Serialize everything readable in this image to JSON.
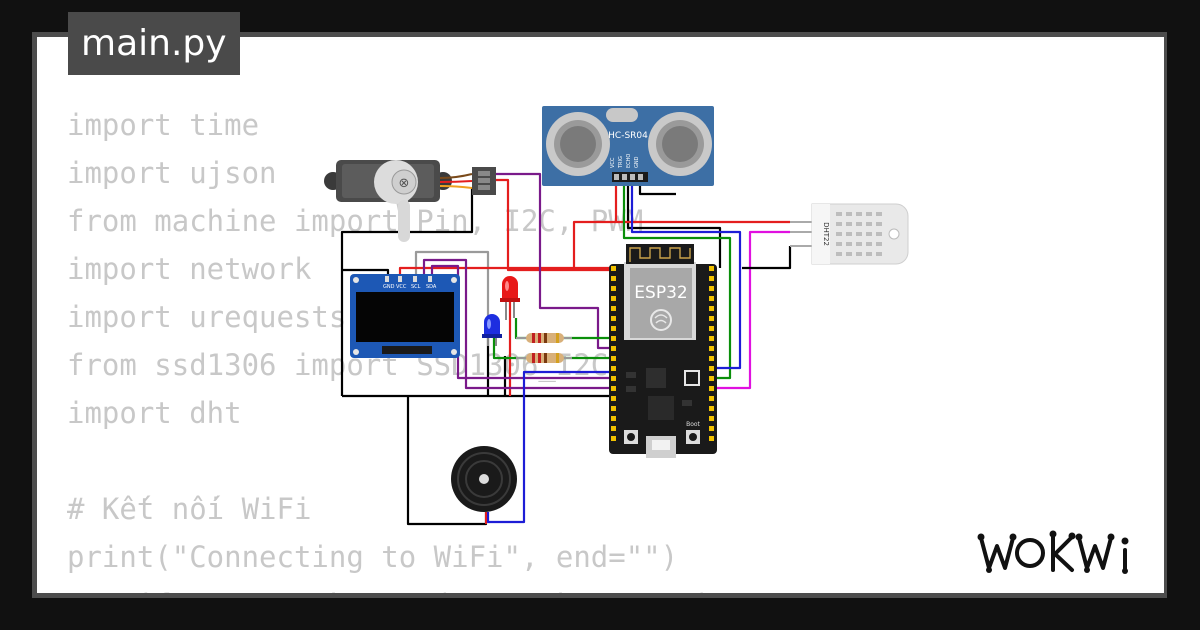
{
  "file_tab": {
    "label": "main.py"
  },
  "code_lines": [
    "import time",
    "import ujson",
    "from machine import Pin, I2C, PWM",
    "import network",
    "import urequests",
    "from ssd1306 import SSD1306_I2C",
    "import dht",
    "",
    "# Kết nối WiFi",
    "print(\"Connecting to WiFi\", end=\"\")",
    "sta_if = network.WLAN(network.STA_IF)"
  ],
  "components": {
    "esp32_label": "ESP32",
    "ultrasonic_label": "HC-SR04",
    "ultrasonic_pins": [
      "VCC",
      "TRIG",
      "ECHO",
      "GND"
    ],
    "dht_label": "DHT22",
    "oled_pins": [
      "GND",
      "VCC",
      "SCL",
      "SDA"
    ],
    "esp32_button_label": "Boot"
  },
  "icons": [
    "servo-motor-icon",
    "oled-display-icon",
    "red-led-icon",
    "blue-led-icon",
    "resistor-icon",
    "buzzer-icon",
    "esp32-board-icon",
    "ultrasonic-sensor-icon",
    "dht22-sensor-icon"
  ],
  "brand": {
    "logo_text": "WOKWI"
  },
  "colors": {
    "wire_red": "#e41e1e",
    "wire_black": "#000000",
    "wire_green": "#0a8f0a",
    "wire_blue": "#1d1dd6",
    "wire_purple": "#7a1a8a",
    "wire_magenta": "#e010e0",
    "sensor_blue": "#3d6fa5",
    "oled_blue": "#1d58b5"
  }
}
